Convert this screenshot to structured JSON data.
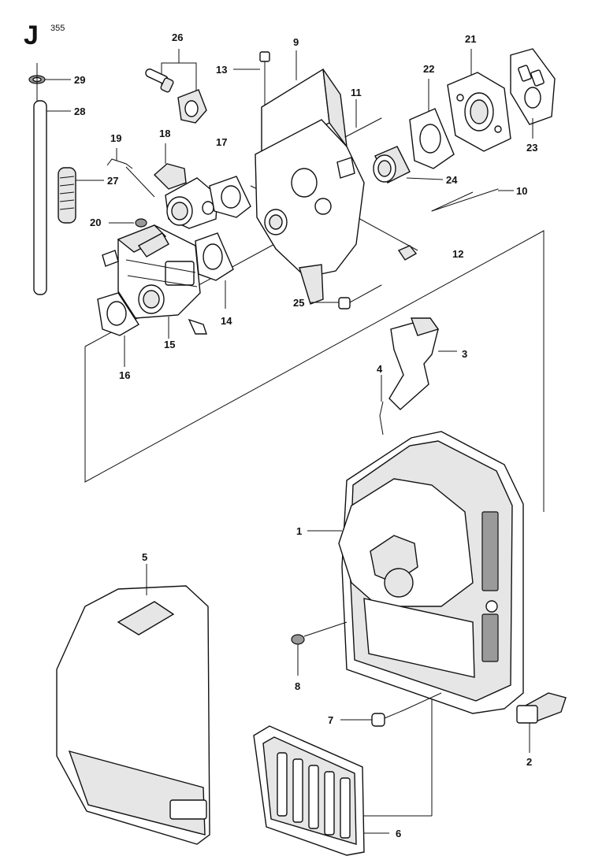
{
  "header": {
    "section_letter": "J",
    "model_code": "355"
  },
  "part_numbers": {
    "p1": "1",
    "p2": "2",
    "p3": "3",
    "p4": "4",
    "p5": "5",
    "p6": "6",
    "p7": "7",
    "p8": "8",
    "p9": "9",
    "p10": "10",
    "p11": "11",
    "p12": "12",
    "p13": "13",
    "p14": "14",
    "p15": "15",
    "p16": "16",
    "p17": "17",
    "p18": "18",
    "p19": "19",
    "p20": "20",
    "p21": "21",
    "p22": "22",
    "p23": "23",
    "p24": "24",
    "p25": "25",
    "p26": "26",
    "p27": "27",
    "p28": "28",
    "p29": "29"
  }
}
